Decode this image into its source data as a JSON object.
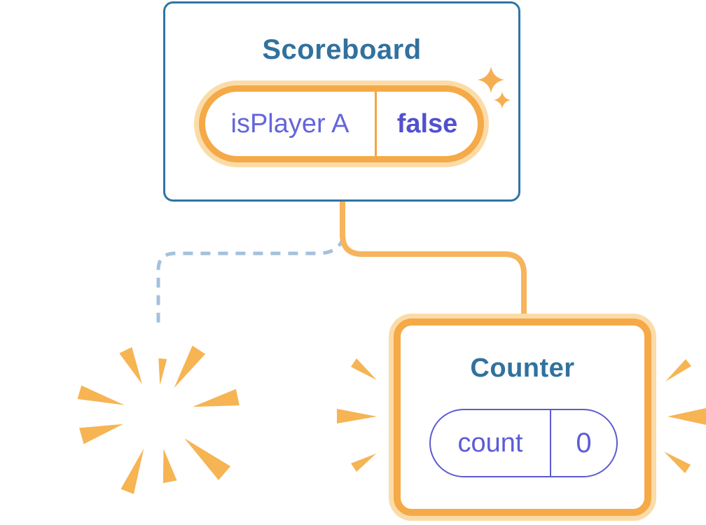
{
  "scoreboard": {
    "title": "Scoreboard",
    "state_name": "isPlayer A",
    "state_value": "false"
  },
  "counter": {
    "title": "Counter",
    "state_name": "count",
    "state_value": "0"
  },
  "icons": {
    "sparkles": "sparkle-stars-icon",
    "burst": "destroyed-burst-icon",
    "appear_rays": "appear-rays-icon"
  },
  "colors": {
    "card_border_blue": "#2E75A6",
    "heading_teal": "#31719E",
    "state_purple": "#5C5CD6",
    "state_value_purple": "#5151CE",
    "accent_orange": "#F5A947",
    "orange_glow": "#FBDCA8",
    "connector_orange": "#F6B45C",
    "ray_orange": "#F6B453",
    "dashed_line_blue": "#A4C1DC",
    "background": "#FFFFFF"
  }
}
